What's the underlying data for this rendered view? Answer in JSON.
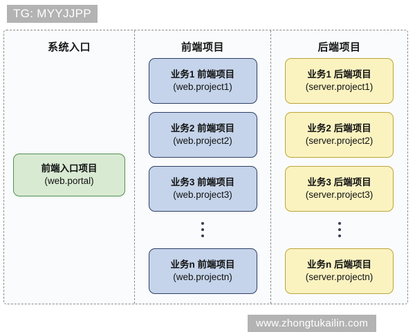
{
  "watermarks": {
    "top": "TG: MYYJJPP",
    "bottom": "www.zhongtukailin.com"
  },
  "colors": {
    "frame_border": "#8a8a8a",
    "entry_fill": "#d9ead3",
    "entry_border": "#4f8f52",
    "frontend_fill": "#c5d4ea",
    "frontend_border": "#2f3f66",
    "backend_fill": "#faf3c0",
    "backend_border": "#bda43a",
    "watermark_bg": "#b3b3b3"
  },
  "columns": {
    "entry": {
      "title": "系统入口",
      "node": {
        "line1": "前端入口项目",
        "line2": "(web.portal)"
      }
    },
    "frontend": {
      "title": "前端项目",
      "nodes": [
        {
          "line1": "业务1 前端项目",
          "line2": "(web.project1)"
        },
        {
          "line1": "业务2 前端项目",
          "line2": "(web.project2)"
        },
        {
          "line1": "业务3 前端项目",
          "line2": "(web.project3)"
        },
        {
          "line1": "业务n 前端项目",
          "line2": "(web.projectn)"
        }
      ],
      "ellipsis": "⋮"
    },
    "backend": {
      "title": "后端项目",
      "nodes": [
        {
          "line1": "业务1 后端项目",
          "line2": "(server.project1)"
        },
        {
          "line1": "业务2 后端项目",
          "line2": "(server.project2)"
        },
        {
          "line1": "业务3 后端项目",
          "line2": "(server.project3)"
        },
        {
          "line1": "业务n 后端项目",
          "line2": "(server.projectn)"
        }
      ],
      "ellipsis": "⋮"
    }
  }
}
